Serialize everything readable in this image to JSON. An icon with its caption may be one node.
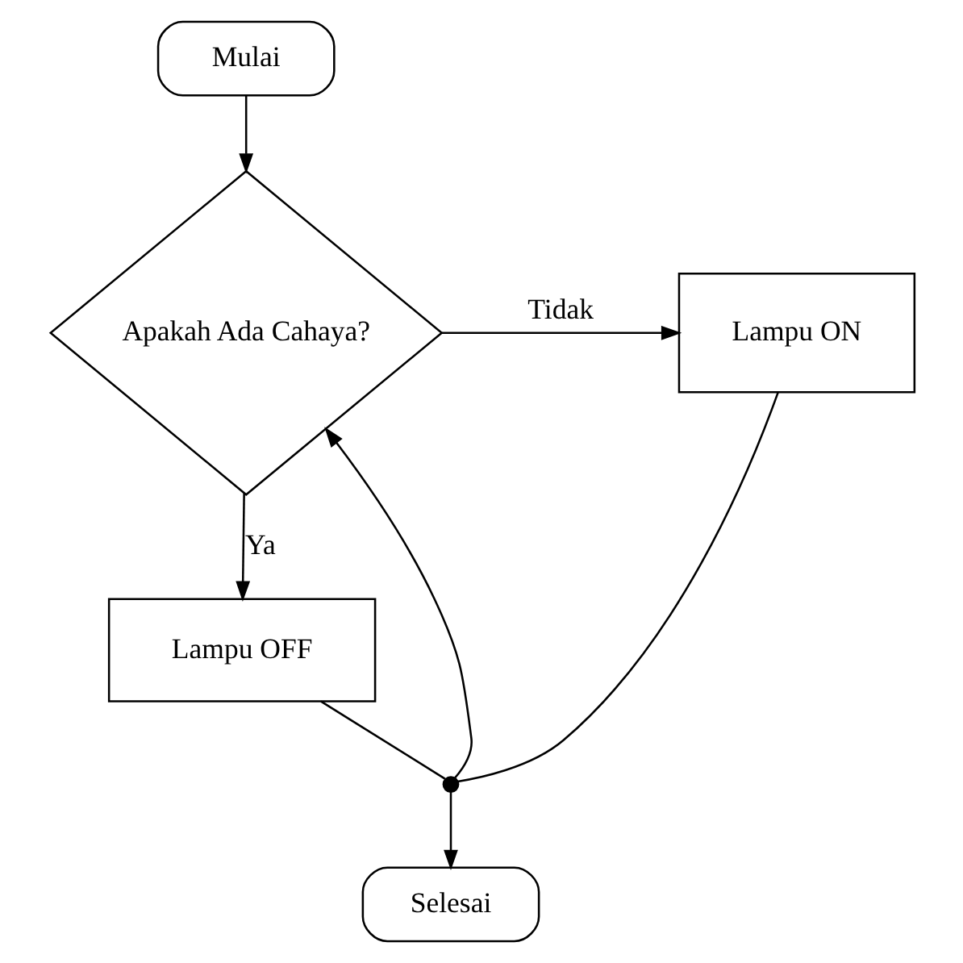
{
  "diagram": {
    "nodes": [
      {
        "text": [
          "Mulai"
        ]
      },
      {
        "text": [
          "Apakah Ada Cahaya?"
        ]
      },
      {
        "text": [
          "Lampu ON"
        ]
      },
      {
        "text": [
          "Lampu OFF"
        ]
      },
      {
        "text": [],
        "shape": "circle"
      },
      {
        "text": [
          "Selesai"
        ]
      }
    ],
    "edges": [
      {
        "from": 0,
        "to": 1,
        "arrow": "to"
      },
      {
        "from": 1,
        "to": 2,
        "arrow": "to",
        "label": "Tidak"
      },
      {
        "from": 1,
        "to": 3,
        "arrow": "to",
        "label": "Ya"
      },
      {
        "from": 3,
        "to": 4,
        "arrow": "none"
      },
      {
        "from": 2,
        "to": 4,
        "arrow": "none"
      },
      {
        "from": 4,
        "to": 5,
        "arrow": "to"
      },
      {
        "from": 4,
        "to": 1,
        "arrow": "to"
      }
    ]
  }
}
